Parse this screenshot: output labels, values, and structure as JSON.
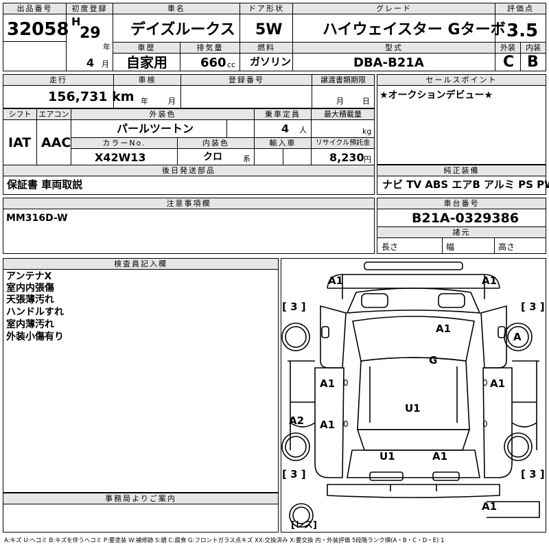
{
  "header": {
    "lot_label": "出品番号",
    "lot_no": "32058",
    "first_reg_label": "初度登録",
    "era": "H",
    "year_no": "29",
    "year_unit": "年",
    "month_no": "4",
    "month_unit": "月",
    "car_name_label": "車名",
    "car_name": "デイズルークス",
    "door_label": "ドア形状",
    "door": "5W",
    "grade_label": "グレード",
    "grade": "ハイウェイスター Gターボ",
    "rating_label": "評価点",
    "rating": "3.5",
    "history_label": "車歴",
    "history": "自家用",
    "displacement_label": "排気量",
    "displacement": "660",
    "displacement_unit": "cc",
    "fuel_label": "燃料",
    "fuel": "ガソリン",
    "model_label": "型式",
    "model": "DBA-B21A",
    "ext_label": "外装",
    "ext_grade": "C",
    "int_label": "内装",
    "int_grade": "B"
  },
  "row2": {
    "mileage_label": "走行",
    "mileage": "156,731 km",
    "inspection_label": "車検",
    "insp_year_unit": "年",
    "insp_month_unit": "月",
    "registration_label": "登録番号",
    "transfer_label": "譲渡書類期限",
    "transfer_month_unit": "月",
    "transfer_day_unit": "日",
    "sales_point_label": "セールスポイント",
    "sales_point": "★オークションデビュー★"
  },
  "row3": {
    "shift_label": "シフト",
    "shift": "IAT",
    "ac_label": "エアコン",
    "ac": "AAC",
    "ext_color_label": "外装色",
    "ext_color": "パールツートン",
    "capacity_label": "乗車定員",
    "capacity": "4",
    "capacity_unit": "人",
    "max_load_label": "最大積載量",
    "max_load_unit": "kg",
    "color_no_label": "カラーNo.",
    "color_no": "X42W13",
    "int_color_label": "内装色",
    "int_color": "クロ",
    "int_color_unit": "系",
    "import_label": "輸入車",
    "recycle_label": "リサイクル預託金",
    "recycle": "8,230",
    "recycle_unit": "円"
  },
  "row4": {
    "later_label": "後日発送部品",
    "later_items": "保証書 車両取説",
    "equip_label": "純正装備",
    "equip": "ナビ TV ABS エアB アルミ PS PW"
  },
  "notes": {
    "label": "注意事項欄",
    "text": "MM316D-W"
  },
  "chassis": {
    "label": "車台番号",
    "value": "B21A-0329386",
    "spec_label": "諸元",
    "length_label": "長さ",
    "width_label": "幅",
    "height_label": "高さ"
  },
  "inspector": {
    "label": "検査員記入欄",
    "lines": [
      "アンテナX",
      "室内内張傷",
      "天張薄汚れ",
      "ハンドルすれ",
      "室内薄汚れ",
      "外装小傷有り"
    ]
  },
  "diagram": {
    "marks": {
      "front_left": "A1",
      "front_right": "A1",
      "hood": "A1",
      "wheel_fr": "A",
      "windshield": "G",
      "door_fl": "A1",
      "door_fr": "A1",
      "door_rl": "A1",
      "quarter_l": "A2",
      "roof": "U1",
      "rear_l": "U1",
      "rear_r": "A1",
      "rear_bumper": "A1",
      "tire_fl": "3",
      "tire_fr": "3",
      "tire_rl": "3",
      "tire_rr": "3",
      "spare": "レス",
      "zero_fl": "0",
      "zero_fr": "0",
      "zero_rl": "0",
      "zero_rr": "0"
    }
  },
  "office": {
    "label": "事務局よりご案内"
  },
  "legend": "A:キズ U:ヘコミ B:キズを伴うヘコミ P:要塗装 W:補修跡 S:錆 C:腐食 G:フロントガラス点キズ XX:交換済み X:要交換 内・外装評価 5段階ランク順(A・B・C・D・E) 1"
}
